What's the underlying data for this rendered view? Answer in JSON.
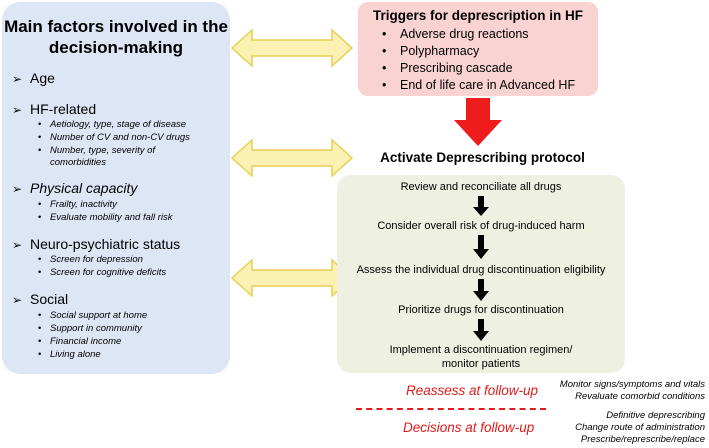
{
  "left_panel": {
    "title": "Main factors involved in the decision-making",
    "factors": [
      {
        "label": "Age",
        "items": []
      },
      {
        "label": "HF-related",
        "items": [
          "Aetiology, type, stage of disease",
          "Number of CV and non-CV drugs",
          "Number, type, severity of comorbidities"
        ]
      },
      {
        "label": "Physical capacity",
        "items": [
          "Frailty, inactivity",
          "Evaluate mobility and fall risk"
        ]
      },
      {
        "label": "Neuro-psychiatric status",
        "items": [
          "Screen for depression",
          "Screen for cognitive deficits"
        ]
      },
      {
        "label": "Social",
        "items": [
          "Social support at home",
          "Support in community",
          "Financial income",
          "Living alone"
        ]
      }
    ]
  },
  "triggers": {
    "title": "Triggers for deprescription in HF",
    "items": [
      "Adverse drug reactions",
      "Polypharmacy",
      "Prescribing cascade",
      "End of life care in Advanced HF"
    ]
  },
  "protocol": {
    "title": "Activate Deprescribing protocol",
    "steps": [
      "Review and reconciliate all drugs",
      "Consider  overall risk of drug-induced harm",
      "Assess  the individual drug discontinuation eligibility",
      "Prioritize  drugs for discontinuation",
      "Implement a discontinuation regimen/ monitor patients"
    ]
  },
  "followup": {
    "reassess_label": "Reassess at follow-up",
    "reassess_notes": [
      "Monitor signs/symptoms and vitals",
      "Revaluate comorbid conditions"
    ],
    "decisions_label": "Decisions at follow-up",
    "decisions_notes": [
      "Definitive deprescribing",
      "Change route of administration",
      "Prescribe/represcribe/replace"
    ]
  },
  "colors": {
    "left_panel": "#dce6f4",
    "triggers_box": "#f8d3d1",
    "protocol_box": "#eef1e2",
    "double_arrow_fill": "#fbf1b3",
    "double_arrow_stroke": "#e8cf52",
    "red_arrow": "#ee1c1c",
    "followup_text": "#e01b1b"
  }
}
